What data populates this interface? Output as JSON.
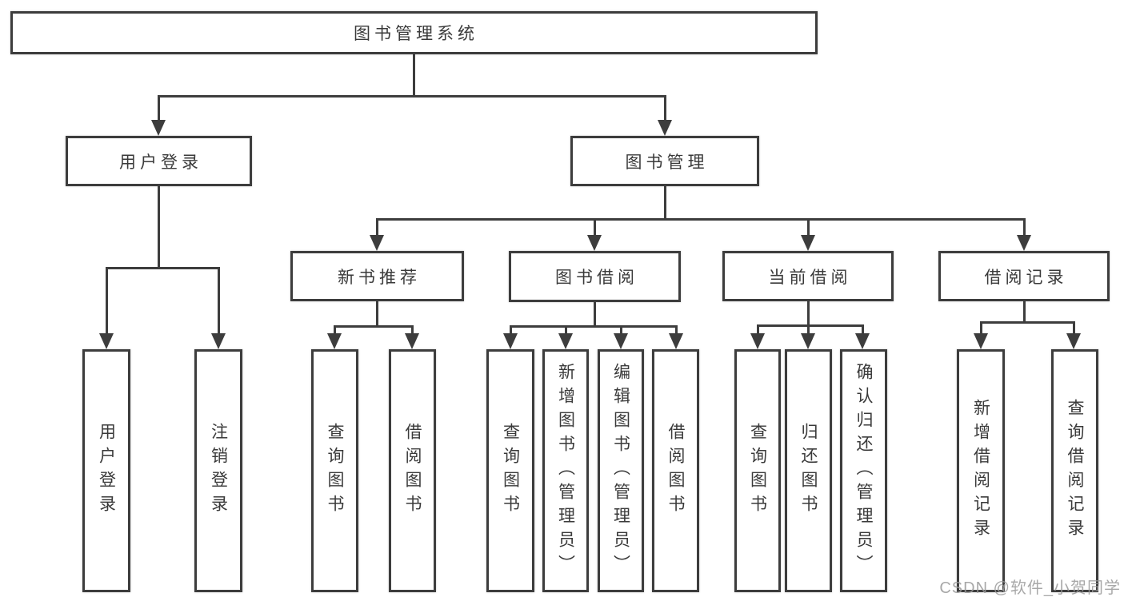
{
  "diagram": {
    "type": "hierarchy-tree",
    "root": {
      "label": "图书管理系统",
      "children": [
        {
          "label": "用户登录",
          "children": [
            {
              "label": "用户登录"
            },
            {
              "label": "注销登录"
            }
          ]
        },
        {
          "label": "图书管理",
          "children": [
            {
              "label": "新书推荐",
              "children": [
                {
                  "label": "查询图书"
                },
                {
                  "label": "借阅图书"
                }
              ]
            },
            {
              "label": "图书借阅",
              "children": [
                {
                  "label": "查询图书"
                },
                {
                  "label": "新增图书（管理员）"
                },
                {
                  "label": "编辑图书（管理员）"
                },
                {
                  "label": "借阅图书"
                }
              ]
            },
            {
              "label": "当前借阅",
              "children": [
                {
                  "label": "查询图书"
                },
                {
                  "label": "归还图书"
                },
                {
                  "label": "确认归还（管理员）"
                }
              ]
            },
            {
              "label": "借阅记录",
              "children": [
                {
                  "label": "新增借阅记录"
                },
                {
                  "label": "查询借阅记录"
                }
              ]
            }
          ]
        }
      ]
    }
  },
  "watermark": {
    "text": "CSDN @软件_小贺同学"
  },
  "colors": {
    "line": "#3d3d3d",
    "text": "#3a3a3a",
    "box_background": "#ffffff",
    "watermark": "#9a9a9a",
    "page_background": "#ffffff"
  }
}
